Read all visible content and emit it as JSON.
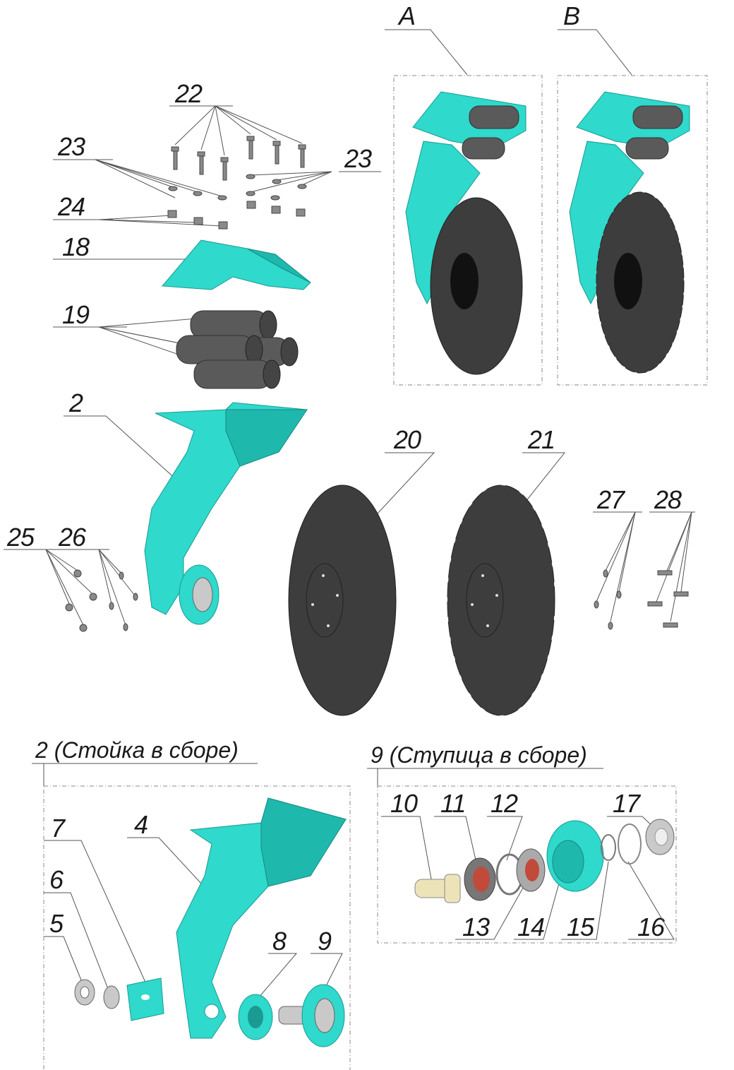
{
  "colors": {
    "body": "#2fd9cc",
    "disc": "#3d3d3d",
    "roller": "#5a5a5a"
  },
  "variants": {
    "a": "A",
    "b": "B"
  },
  "labels": {
    "p22": "22",
    "p23_left": "23",
    "p23_right": "23",
    "p24": "24",
    "p18": "18",
    "p19": "19",
    "p2": "2",
    "p20": "20",
    "p21": "21",
    "p27": "27",
    "p28": "28",
    "p25": "25",
    "p26": "26",
    "p10": "10",
    "p11": "11",
    "p12": "12",
    "p13": "13",
    "p14": "14",
    "p15": "15",
    "p16": "16",
    "p17": "17",
    "p7": "7",
    "p4": "4",
    "p6": "6",
    "p5": "5",
    "p8": "8",
    "p9": "9"
  },
  "assemblies": {
    "stand": "2 (Стойка в сборе)",
    "hub": "9 (Ступица в сборе)"
  }
}
